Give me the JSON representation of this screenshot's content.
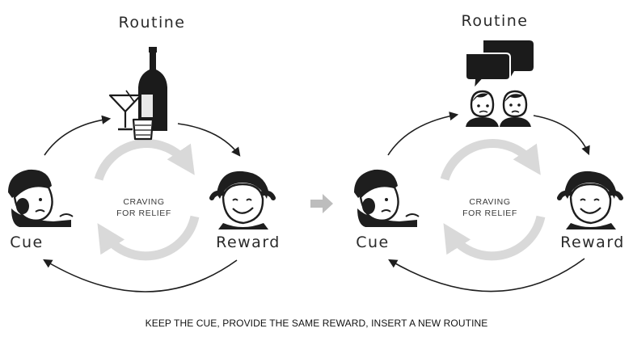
{
  "loops": [
    {
      "routine_label": "Routine",
      "cue_label": "Cue",
      "reward_label": "Reward",
      "center_line1": "CRAVING",
      "center_line2": "FOR RELIEF",
      "routine_icon": "bottle-and-glasses-icon",
      "cue_icon": "worried-person-icon",
      "reward_icon": "relaxed-person-icon"
    },
    {
      "routine_label": "Routine",
      "cue_label": "Cue",
      "reward_label": "Reward",
      "center_line1": "CRAVING",
      "center_line2": "FOR RELIEF",
      "routine_icon": "two-people-talking-icon",
      "cue_icon": "worried-person-icon",
      "reward_icon": "relaxed-person-icon"
    }
  ],
  "transition_icon": "right-arrow-icon",
  "caption": "KEEP THE CUE, PROVIDE THE SAME REWARD, INSERT A NEW ROUTINE",
  "colors": {
    "ink": "#1e1e1e",
    "cycle_ring": "#d9d9d9",
    "transition_arrow": "#bdbdbd"
  }
}
